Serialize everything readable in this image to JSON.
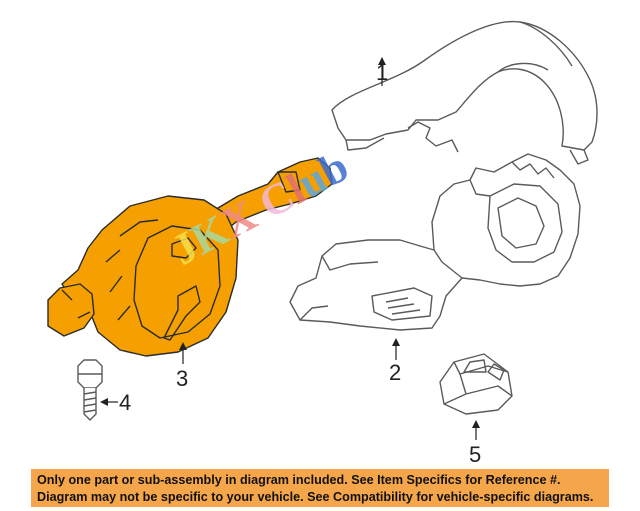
{
  "callouts": [
    {
      "number": "1",
      "part": "upper column cover"
    },
    {
      "number": "2",
      "part": "lower column cover"
    },
    {
      "number": "3",
      "part": "combination switch"
    },
    {
      "number": "4",
      "part": "screw"
    },
    {
      "number": "5",
      "part": "switch"
    }
  ],
  "watermark": "JKX Club",
  "notice": {
    "line1": "Only one part or sub-assembly in diagram included. See Item Specifics for Reference #.",
    "line2": "Diagram may not be specific to your vehicle. See Compatibility for vehicle-specific diagrams."
  },
  "colors": {
    "highlight_part": "#f5a000",
    "notice_bg": "#f5a64a",
    "line_art": "#5a5a5a"
  }
}
